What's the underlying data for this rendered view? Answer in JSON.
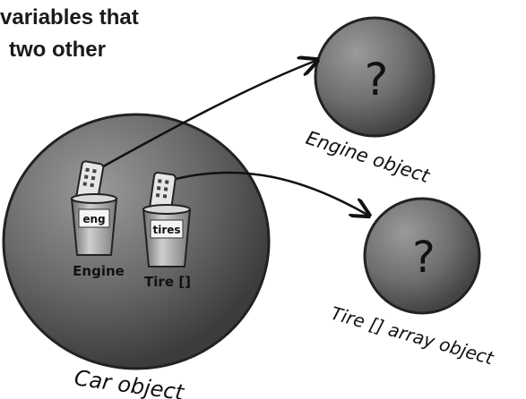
{
  "heading": {
    "line1": "variables that",
    "line2": "two other"
  },
  "car_object": {
    "label": "Car object",
    "variables": [
      {
        "cup_label": "eng",
        "type_label": "Engine"
      },
      {
        "cup_label": "tires",
        "type_label": "Tire []"
      }
    ]
  },
  "engine_object": {
    "label": "Engine object",
    "content": "?"
  },
  "tire_array_object": {
    "label": "Tire [] array object",
    "content": "?"
  }
}
